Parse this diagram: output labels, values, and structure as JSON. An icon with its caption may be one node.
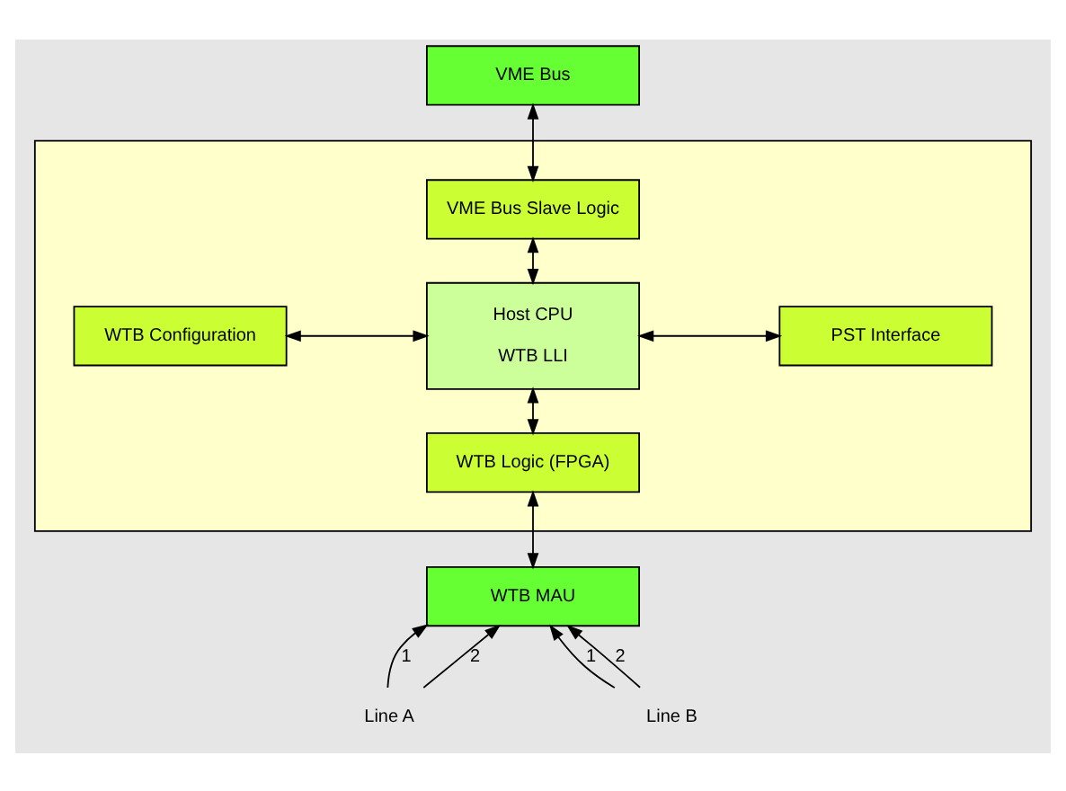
{
  "diagram": {
    "nodes": [
      {
        "text": [
          "VME Bus"
        ]
      },
      {
        "text": [],
        "shape": "box"
      },
      {
        "text": [
          "VME Bus Slave Logic"
        ],
        "in": 1
      },
      {
        "text": [
          "WTB Configuration"
        ],
        "in": 1
      },
      {
        "text": [
          "Host CPU",
          "WTB LLI"
        ],
        "in": 1
      },
      {
        "text": [
          "PST Interface"
        ],
        "in": 1
      },
      {
        "text": [
          "WTB Logic (FPGA)"
        ],
        "in": 1
      },
      {
        "text": [
          "WTB MAU"
        ]
      },
      {
        "text": [
          "Line A"
        ]
      },
      {
        "text": [
          "Line B"
        ]
      }
    ],
    "edges": [
      {
        "from": 0,
        "to": 2,
        "arrow": "both"
      },
      {
        "from": 2,
        "to": 4,
        "arrow": "both"
      },
      {
        "from": 3,
        "to": 4,
        "arrow": "both"
      },
      {
        "from": 4,
        "to": 5,
        "arrow": "both"
      },
      {
        "from": 4,
        "to": 6,
        "arrow": "both"
      },
      {
        "from": 6,
        "to": 7,
        "arrow": "both"
      },
      {
        "from": 8,
        "to": 7,
        "arrow": "to",
        "label": "1"
      },
      {
        "from": 8,
        "to": 7,
        "arrow": "to",
        "label": "2"
      },
      {
        "from": 9,
        "to": 7,
        "arrow": "to",
        "label": "1"
      },
      {
        "from": 9,
        "to": 7,
        "arrow": "to",
        "label": "2"
      }
    ]
  }
}
